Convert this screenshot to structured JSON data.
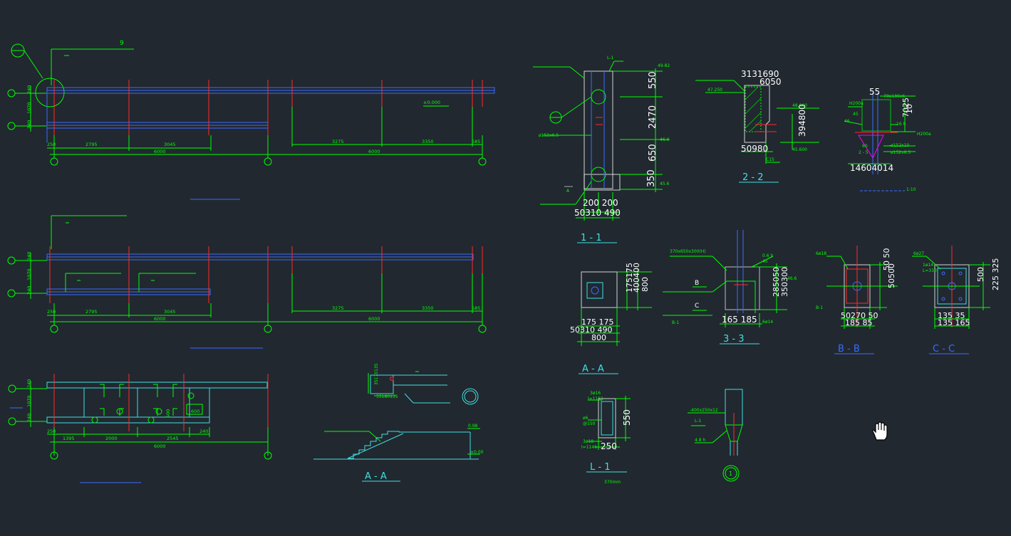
{
  "colors": {
    "background": "#212830",
    "green": "#00ff00",
    "cyan": "#3fe0e0",
    "blue": "#3a6cff",
    "red": "#ff2a2a",
    "white": "#ffffff",
    "magenta": "#ff00ff",
    "yellow": "#ffff00"
  },
  "plan1": {
    "callout": "9",
    "dim_top": "240",
    "dim_mid": "1070",
    "dim_bot": "240",
    "left_segments": [
      "250",
      "2795",
      "3045"
    ],
    "right_segments": [
      "3275",
      "3350",
      "585"
    ],
    "span_left": "6000",
    "span_right": "6000",
    "level": "±0.000"
  },
  "plan2": {
    "dim_top": "240",
    "dim_mid": "1070",
    "dim_bot": "240",
    "left_segments": [
      "250",
      "2795",
      "3045"
    ],
    "right_segments": [
      "3275",
      "3350",
      "585"
    ],
    "span_left": "6000",
    "span_right": "6000"
  },
  "plan3": {
    "dim_top": "240",
    "dim_mid": "1070",
    "dim_bot": "240",
    "segments": [
      "250",
      "1395",
      "2000",
      "2545",
      "240"
    ],
    "span": "6000",
    "hole_a": "500",
    "hole_b": "600"
  },
  "stair_section": {
    "title": "A - A",
    "dims_small": "35170135",
    "dims_bottom": "35180135",
    "level_top": "0.98",
    "level_bottom": "±0.00"
  },
  "section_1_1": {
    "title": "1 - 1",
    "tag": "L-1",
    "level_1": "49.82",
    "level_2": "46.6",
    "level_3": "45.6",
    "dims_right": [
      "550",
      "2470",
      "650",
      "350"
    ],
    "pipe": "ø152x6.5",
    "cut_label": "A",
    "dims_bottom_1": "200 200",
    "dims_bottom_2": "50310 490"
  },
  "section_2_2": {
    "title": "2 - 2",
    "dims_top": "3131690",
    "dims_top2": "6050",
    "level_1": "47.250",
    "level_2": "48.600",
    "level_3": "45.600",
    "dims_side": "394800",
    "dims_bottom": "50980",
    "dim_c": "C15"
  },
  "detail_node": {
    "dim_55": "55",
    "plate": "-70x130x6",
    "tag_h1": "H200a",
    "tag_h2": "H200a",
    "dims_side": "7025",
    "dim_10": "10",
    "dim_45": "45",
    "dim_46": "46",
    "dim_16": "16 h",
    "dim_60": "60",
    "dim_25": "2 - 5",
    "pipe1": "-ø152x10",
    "pipe2": "ø152x6.5",
    "dims_bottom": "14604014",
    "scale": "1:10"
  },
  "section_a_a": {
    "title": "A - A",
    "dims_side": "175175",
    "dims_side2": "400400",
    "dim_800": "800",
    "dims_bottom_1": "175 175",
    "dims_bottom_2": "50310 490",
    "dim_bottom_800": "800"
  },
  "section_3_3": {
    "title": "3 - 3",
    "note": "370x650x300(H)",
    "tag_b": "B",
    "tag_c": "C",
    "tag_b1": "B-1",
    "dim_06": "0.6 h",
    "dim_45": "45",
    "level": "46.6",
    "dims_side": "285050",
    "dims_side2": "350300",
    "dims_bottom": "165 185",
    "rebar": "6ø14"
  },
  "section_b_b": {
    "title": "B - B",
    "rebar": "6ø18",
    "tag": "B-1",
    "dims_side": "50500",
    "dims_side2": "50 50",
    "dims_bottom": "50270 50",
    "dims_bottom2": "185 85"
  },
  "section_c_c": {
    "title": "C - C",
    "rebar_1": "6ø27",
    "rebar_2": "1ø14",
    "rebar_3": "L=330",
    "dims_side": "500",
    "dims_side2": "225 325",
    "dims_bottom": "135 35",
    "dims_bottom2": "135 165"
  },
  "section_l_1": {
    "title": "L - 1",
    "rebar_top": "3ø16",
    "len_top": "l=1151",
    "stirrup_1": "ø6",
    "stirrup_2": "@150",
    "rebar_bottom": "3ø18",
    "len_bottom": "l=1146",
    "dim_550": "550",
    "dim_250": "250",
    "note": "370mm"
  },
  "detail_1": {
    "plate": "-400x250x12",
    "tag": "L-1",
    "dim": "4.8 h",
    "callout": "1"
  }
}
